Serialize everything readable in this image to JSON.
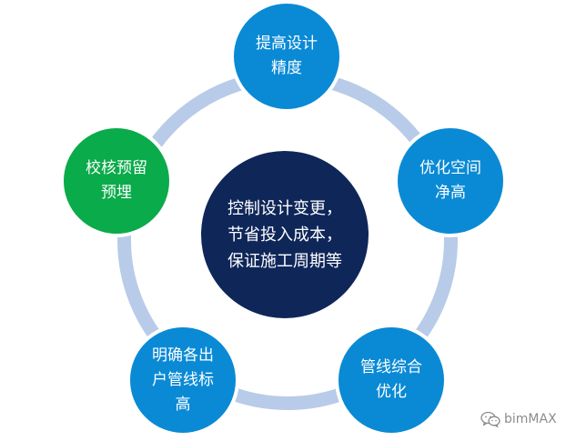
{
  "colors": {
    "ring": "#b8cbe8",
    "center": "#0f2659",
    "blue_node": "#0a8ad5",
    "green_node": "#0aab4a",
    "text": "#ffffff",
    "watermark": "#8c8c8c"
  },
  "diagram": {
    "center": {
      "lines": [
        "控制设计变更，",
        "节省投入成本，",
        "保证施工周期等"
      ]
    },
    "nodes": [
      {
        "id": "top",
        "lines": [
          "提高设计",
          "精度"
        ],
        "color": "blue"
      },
      {
        "id": "right",
        "lines": [
          "优化空间",
          "净高"
        ],
        "color": "blue"
      },
      {
        "id": "bottom-right",
        "lines": [
          "管线综合",
          "优化"
        ],
        "color": "blue"
      },
      {
        "id": "bottom-left",
        "lines": [
          "明确各出",
          "户管线标",
          "高"
        ],
        "color": "blue"
      },
      {
        "id": "left",
        "lines": [
          "校核预留",
          "预埋"
        ],
        "color": "green"
      }
    ]
  },
  "watermark": {
    "text": "bimMAX",
    "icon": "wechat-icon"
  }
}
